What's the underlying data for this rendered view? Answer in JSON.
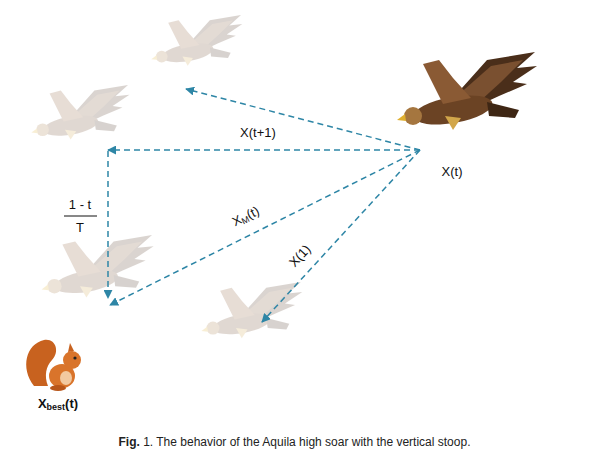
{
  "diagram": {
    "caption": "Fig. 1. The behavior of the Aquila high soar with the vertical stoop.",
    "labels": [
      "X(t+1)",
      "X(t)",
      "1 - t",
      "T",
      "XM(t)",
      "X(1)",
      "Xbest(t)"
    ]
  }
}
